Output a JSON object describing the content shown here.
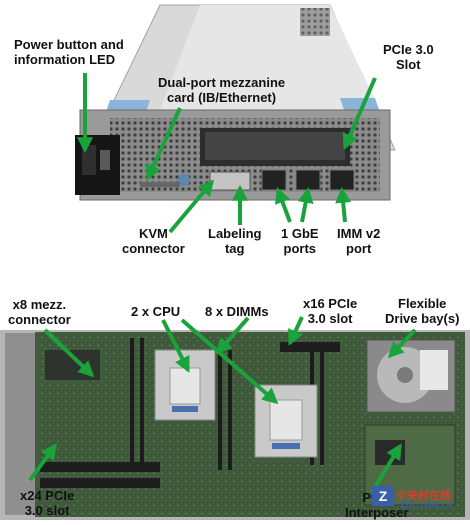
{
  "top": {
    "labels": {
      "power": [
        "Power button and",
        "information LED"
      ],
      "mezz": [
        "Dual-port mezzanine",
        "card (IB/Ethernet)"
      ],
      "pcie": [
        "PCIe 3.0",
        "Slot"
      ],
      "kvm": [
        "KVM",
        "connector"
      ],
      "tag": [
        "Labeling",
        "tag"
      ],
      "gbe": [
        "1 GbE",
        "ports"
      ],
      "imm": [
        "IMM v2",
        "port"
      ]
    }
  },
  "bottom": {
    "labels": {
      "x8": [
        "x8 mezz.",
        "connector"
      ],
      "cpu": "2 x CPU",
      "dimm": "8 x DIMMs",
      "x16": [
        "x16 PCIe",
        "3.0 slot"
      ],
      "drive": [
        "Flexible",
        "Drive bay(s)"
      ],
      "x24": [
        "x24 PCIe",
        "3.0 slot"
      ],
      "pcie_interposer": [
        "PCIe",
        "Interposer"
      ]
    }
  },
  "watermark": {
    "site_cn": "中关村在线",
    "site_url": "ZOL.com.cn"
  },
  "colors": {
    "arrow": "#1aa33a",
    "label": "#111111"
  }
}
